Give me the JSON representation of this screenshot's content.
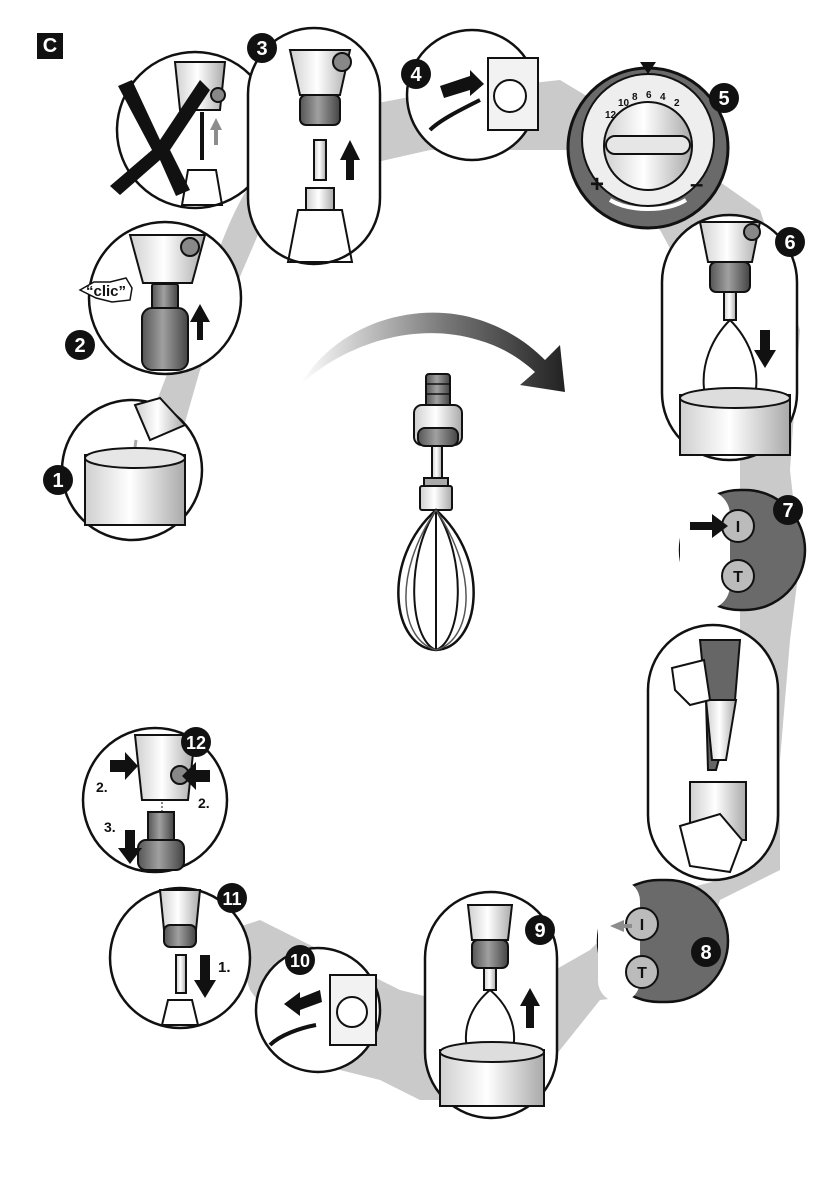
{
  "section_label": "C",
  "steps": [
    {
      "number": "1"
    },
    {
      "number": "2",
      "sound_label": "“clic”"
    },
    {
      "number": "3"
    },
    {
      "number": "4"
    },
    {
      "number": "5",
      "dial_ticks": [
        "12",
        "10",
        "8",
        "6",
        "4",
        "2"
      ],
      "plus_sign": "+",
      "minus_sign": "–"
    },
    {
      "number": "6"
    },
    {
      "number": "7",
      "button_on": "I",
      "button_turbo": "T"
    },
    {
      "number": "8",
      "button_on": "I",
      "button_turbo": "T"
    },
    {
      "number": "9"
    },
    {
      "number": "10"
    },
    {
      "number": "11",
      "sub_label": "1."
    },
    {
      "number": "12",
      "sub_labels": [
        "2.",
        "2.",
        "3."
      ]
    }
  ],
  "colors": {
    "ink": "#111111",
    "flow_band": "#bdbdbd",
    "metal_dark": "#6e6e6e",
    "metal_light": "#e2e2e2",
    "grey_arrow": "#8c8c8c"
  }
}
